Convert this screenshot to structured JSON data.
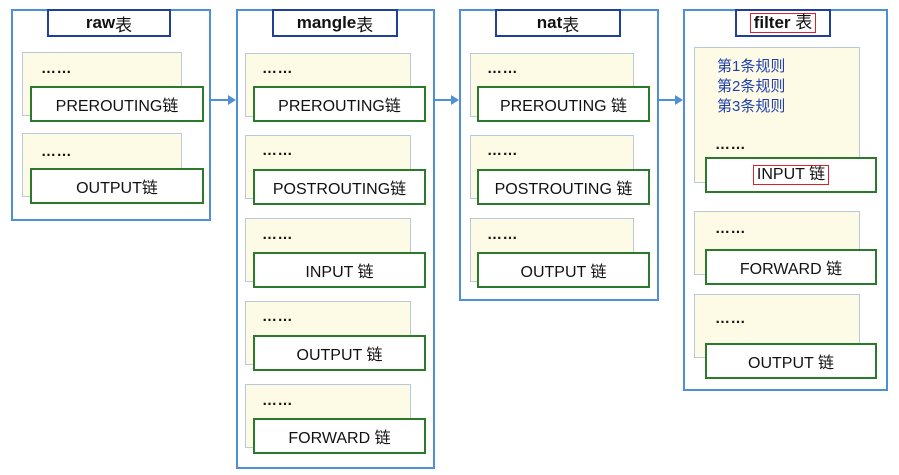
{
  "tables": [
    {
      "id": "raw",
      "title_main": "raw",
      "title_suffix": " 表",
      "chains": [
        {
          "dots": "……",
          "label": "PREROUTING链"
        },
        {
          "dots": "……",
          "label": "OUTPUT链"
        }
      ]
    },
    {
      "id": "mangle",
      "title_main": "mangle",
      "title_suffix": " 表",
      "chains": [
        {
          "dots": "……",
          "label": "PREROUTING链"
        },
        {
          "dots": "……",
          "label": "POSTROUTING链"
        },
        {
          "dots": "……",
          "label": "INPUT 链"
        },
        {
          "dots": "……",
          "label": "OUTPUT 链"
        },
        {
          "dots": "……",
          "label": "FORWARD 链"
        }
      ]
    },
    {
      "id": "nat",
      "title_main": "nat",
      "title_suffix": " 表",
      "chains": [
        {
          "dots": "……",
          "label": "PREROUTING 链"
        },
        {
          "dots": "……",
          "label": "POSTROUTING 链"
        },
        {
          "dots": "……",
          "label": "OUTPUT 链"
        }
      ]
    },
    {
      "id": "filter",
      "title_main": "filter",
      "title_suffix": " 表",
      "rules": [
        "第1条规则",
        "第2条规则",
        "第3条规则"
      ],
      "chains": [
        {
          "dots": "……",
          "label": "INPUT 链"
        },
        {
          "dots": "……",
          "label": "FORWARD 链"
        },
        {
          "dots": "……",
          "label": "OUTPUT 链"
        }
      ]
    }
  ],
  "colors": {
    "table_border": "#4f8fd6",
    "title_border": "#1f3f99",
    "chain_border": "#2b7a2b",
    "note_fill": "#fdfbe6",
    "highlight": "#d8232a",
    "rule_text": "#1f3fb0",
    "arrow": "#4f8fd6"
  }
}
